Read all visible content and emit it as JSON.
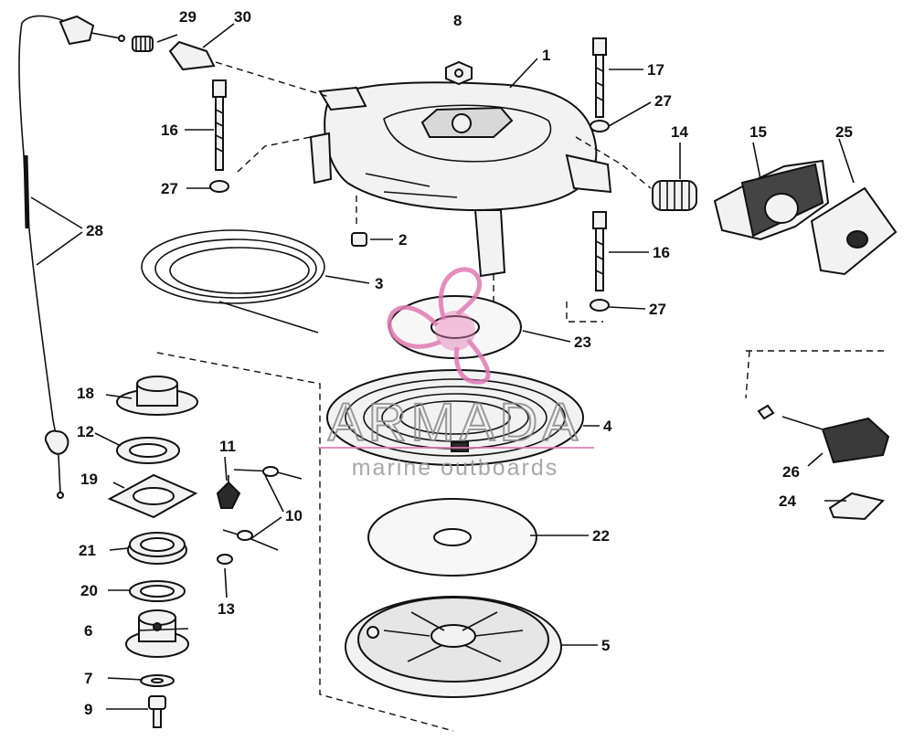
{
  "watermark": {
    "title": "ARMADA",
    "subtitle": "marine outboards",
    "brand_color": "#e07ab4"
  },
  "callouts": [
    "1",
    "2",
    "3",
    "4",
    "5",
    "6",
    "7",
    "8",
    "9",
    "10",
    "11",
    "12",
    "13",
    "14",
    "15",
    "16",
    "16",
    "17",
    "18",
    "19",
    "20",
    "21",
    "22",
    "23",
    "24",
    "25",
    "26",
    "27",
    "27",
    "27",
    "28",
    "28",
    "29",
    "30"
  ]
}
